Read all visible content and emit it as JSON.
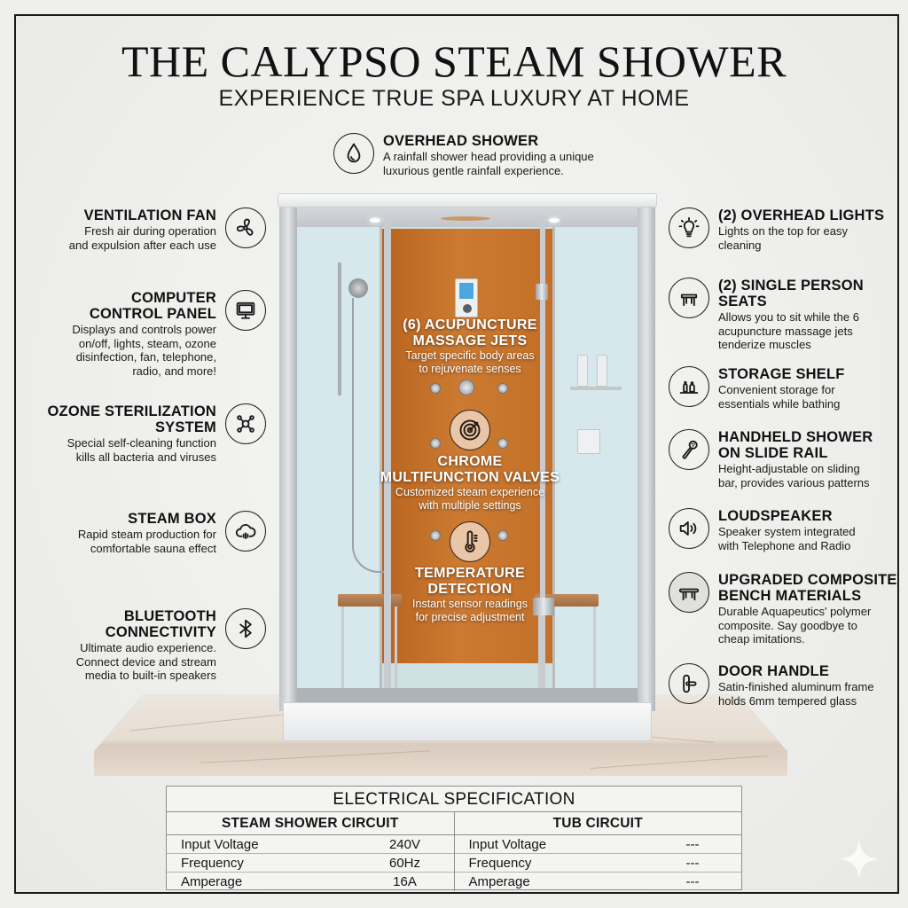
{
  "header": {
    "title": "THE CALYPSO STEAM SHOWER",
    "subtitle": "EXPERIENCE TRUE SPA LUXURY AT HOME"
  },
  "top_feature": {
    "icon": "water-drop-icon",
    "title": "OVERHEAD SHOWER",
    "desc_lines": [
      "A rainfall shower head providing a unique",
      "luxurious gentle rainfall experience."
    ]
  },
  "left_features": [
    {
      "icon": "fan-icon",
      "title_lines": [
        "VENTILATION FAN"
      ],
      "desc_lines": [
        "Fresh air during operation",
        "and expulsion after each use"
      ]
    },
    {
      "icon": "monitor-icon",
      "title_lines": [
        "COMPUTER",
        "CONTROL PANEL"
      ],
      "desc_lines": [
        "Displays and controls power",
        "on/off, lights, steam, ozone",
        "disinfection, fan, telephone,",
        "radio, and more!"
      ]
    },
    {
      "icon": "molecule-icon",
      "title_lines": [
        "OZONE STERILIZATION",
        "SYSTEM"
      ],
      "desc_lines": [
        "Special self-cleaning function",
        "kills all bacteria and viruses"
      ]
    },
    {
      "icon": "steam-cloud-icon",
      "title_lines": [
        "STEAM BOX"
      ],
      "desc_lines": [
        "Rapid steam production for",
        "comfortable sauna effect"
      ]
    },
    {
      "icon": "bluetooth-icon",
      "title_lines": [
        "BLUETOOTH",
        "CONNECTIVITY"
      ],
      "desc_lines": [
        "Ultimate audio experience.",
        "Connect device and stream",
        "media to built-in speakers"
      ]
    }
  ],
  "right_features": [
    {
      "icon": "lightbulb-icon",
      "title_lines": [
        "(2) OVERHEAD LIGHTS"
      ],
      "desc_lines": [
        "Lights on the top for easy",
        "cleaning"
      ]
    },
    {
      "icon": "stool-icon",
      "title_lines": [
        "(2) SINGLE PERSON",
        "SEATS"
      ],
      "desc_lines": [
        "Allows you to sit while the 6",
        "acupuncture massage jets",
        "tenderize muscles"
      ]
    },
    {
      "icon": "bottles-shelf-icon",
      "title_lines": [
        "STORAGE SHELF"
      ],
      "desc_lines": [
        "Convenient storage for",
        "essentials while bathing"
      ]
    },
    {
      "icon": "handheld-shower-icon",
      "title_lines": [
        "HANDHELD SHOWER",
        "ON SLIDE RAIL"
      ],
      "desc_lines": [
        "Height-adjustable on sliding",
        "bar, provides various patterns"
      ]
    },
    {
      "icon": "speaker-icon",
      "title_lines": [
        "LOUDSPEAKER"
      ],
      "desc_lines": [
        "Speaker system integrated",
        "with Telephone and Radio"
      ]
    },
    {
      "icon": "bench-icon",
      "title_lines": [
        "UPGRADED COMPOSITE",
        "BENCH MATERIALS"
      ],
      "desc_lines": [
        "Durable Aquapeutics' polymer",
        "composite. Say goodbye to",
        "cheap imitations."
      ]
    },
    {
      "icon": "door-handle-icon",
      "title_lines": [
        "DOOR HANDLE"
      ],
      "desc_lines": [
        "Satin-finished aluminum frame",
        "holds 6mm tempered glass"
      ]
    }
  ],
  "center_features": [
    {
      "icon": null,
      "title_lines": [
        "(6) ACUPUNCTURE",
        "MASSAGE JETS"
      ],
      "desc_lines": [
        "Target specific body areas",
        "to rejuvenate senses"
      ]
    },
    {
      "icon": "target-valve-icon",
      "title_lines": [
        "CHROME",
        "MULTIFUNCTION VALVES"
      ],
      "desc_lines": [
        "Customized steam experience",
        "with multiple settings"
      ]
    },
    {
      "icon": "thermometer-icon",
      "title_lines": [
        "TEMPERATURE",
        "DETECTION"
      ],
      "desc_lines": [
        "Instant sensor readings",
        "for precise adjustment"
      ]
    }
  ],
  "spec_table": {
    "caption": "ELECTRICAL SPECIFICATION",
    "columns": [
      {
        "header": "STEAM SHOWER CIRCUIT",
        "rows": [
          {
            "label": "Input Voltage",
            "value": "240V"
          },
          {
            "label": "Frequency",
            "value": "60Hz"
          },
          {
            "label": "Amperage",
            "value": "16A"
          }
        ]
      },
      {
        "header": "TUB CIRCUIT",
        "rows": [
          {
            "label": "Input Voltage",
            "value": "---"
          },
          {
            "label": "Frequency",
            "value": "---"
          },
          {
            "label": "Amperage",
            "value": "---"
          }
        ]
      }
    ]
  },
  "colors": {
    "background": "#efefed",
    "text": "#141414",
    "orange_panel": "#c8742c",
    "badge_fill": "#e9c6a8",
    "glass": "#d7e9ec"
  }
}
